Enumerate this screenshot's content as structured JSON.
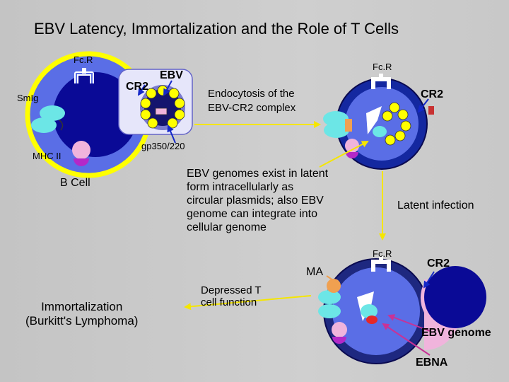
{
  "title": "EBV Latency, Immortalization and the Role of T Cells",
  "labels": {
    "fcr_1": "Fc.R",
    "fcr_2": "Fc.R",
    "fcr_3": "Fc.R",
    "cr2_1": "CR2",
    "cr2_2": "CR2",
    "cr2_3": "CR2",
    "ebv": "EBV",
    "smig": "SmIg",
    "gp350": "gp350/220",
    "mhc": "MHC II",
    "b_cell": "B Cell",
    "ma": "MA",
    "ebv_genome": "EBV genome",
    "ebna": "EBNA"
  },
  "captions": {
    "endocytosis": "Endocytosis of the\nEBV-CR2 complex",
    "genomes": "EBV genomes exist in latent\nform intracellularly as\ncircular plasmids; also EBV\ngenome can integrate into\ncellular genome",
    "latent": "Latent infection",
    "depressed": "Depressed T\ncell function",
    "immortalization": "Immortalization\n(Burkitt's Lymphoma)"
  },
  "colors": {
    "membrane_yellow": "#ffff00",
    "cell_blue": "#5a6ee6",
    "nucleus_navy": "#0a0a96",
    "receptor_cyan": "#6ce6e6",
    "mhc_pink": "#f0b4dc",
    "mhc_magenta": "#b428c8",
    "arrow_yellow": "#f5e600",
    "arrow_pink": "#c83296",
    "fc_orange": "#f0a050",
    "lavender": "#e6e6fa"
  }
}
